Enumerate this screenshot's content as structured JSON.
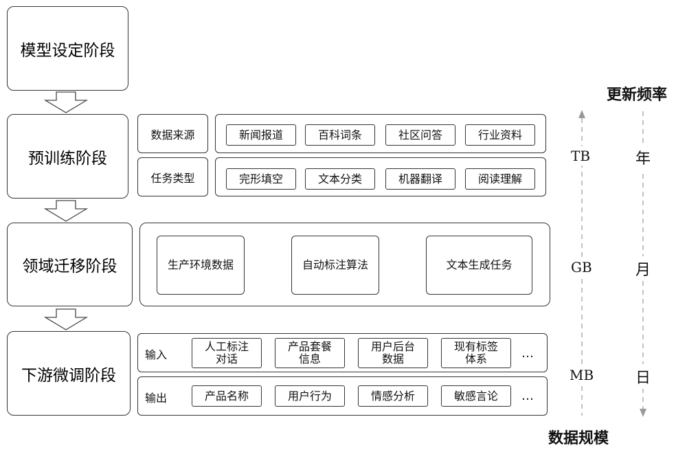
{
  "stages": {
    "model_setup": "模型设定阶段",
    "pretrain": "预训练阶段",
    "domain_transfer": "领域迁移阶段",
    "downstream": "下游微调阶段"
  },
  "pretrain": {
    "data_source_label": "数据来源",
    "data_sources": [
      "新闻报道",
      "百科词条",
      "社区问答",
      "行业资料"
    ],
    "task_type_label": "任务类型",
    "task_types": [
      "完形填空",
      "文本分类",
      "机器翻译",
      "阅读理解"
    ]
  },
  "domain": {
    "items": [
      "生产环境数据",
      "自动标注算法",
      "文本生成任务"
    ]
  },
  "downstream": {
    "input_label": "输入",
    "inputs": [
      "人工标注\n对话",
      "产品套餐\n信息",
      "用户后台\n数据",
      "现有标签\n体系"
    ],
    "output_label": "输出",
    "outputs": [
      "产品名称",
      "用户行为",
      "情感分析",
      "敏感言论"
    ],
    "ellipsis": "…"
  },
  "scale": {
    "update_freq_label": "更新频率",
    "data_scale_label": "数据规模",
    "sizes": [
      "TB",
      "GB",
      "MB"
    ],
    "freqs": [
      "年",
      "月",
      "日"
    ]
  }
}
